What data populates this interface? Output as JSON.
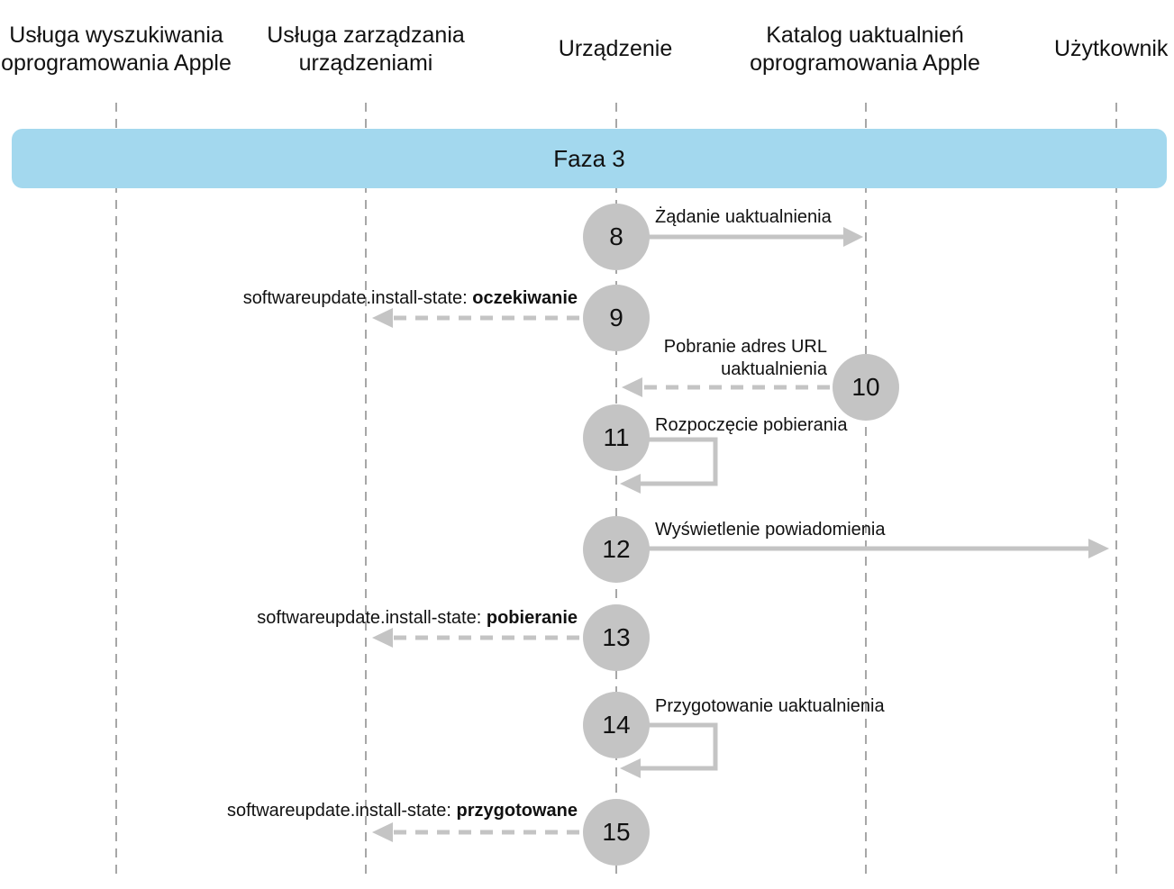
{
  "columns": {
    "search_service": "Usługa wyszukiwania\noprogramowania Apple",
    "management_service": "Usługa zarządzania\nurządzeniami",
    "device": "Urządzenie",
    "catalog": "Katalog uaktualnień\noprogramowania Apple",
    "user": "Użytkownik"
  },
  "phase": {
    "label": "Faza 3"
  },
  "steps": {
    "s8": {
      "number": "8",
      "label": "Żądanie uaktualnienia"
    },
    "s9": {
      "number": "9",
      "prefix": "softwareupdate.install-state: ",
      "state": "oczekiwanie"
    },
    "s10": {
      "number": "10",
      "line1": "Pobranie adres URL",
      "line2": "uaktualnienia"
    },
    "s11": {
      "number": "11",
      "label": "Rozpoczęcie pobierania"
    },
    "s12": {
      "number": "12",
      "label": "Wyświetlenie powiadomienia"
    },
    "s13": {
      "number": "13",
      "prefix": "softwareupdate.install-state: ",
      "state": "pobieranie"
    },
    "s14": {
      "number": "14",
      "label": "Przygotowanie uaktualnienia"
    },
    "s15": {
      "number": "15",
      "prefix": "softwareupdate.install-state: ",
      "state": "przygotowane"
    }
  },
  "colors": {
    "phase_fill": "#a3d8ee",
    "node_fill": "#c4c4c4",
    "arrow": "#c4c4c4",
    "lifeline": "#8a8a8a"
  }
}
